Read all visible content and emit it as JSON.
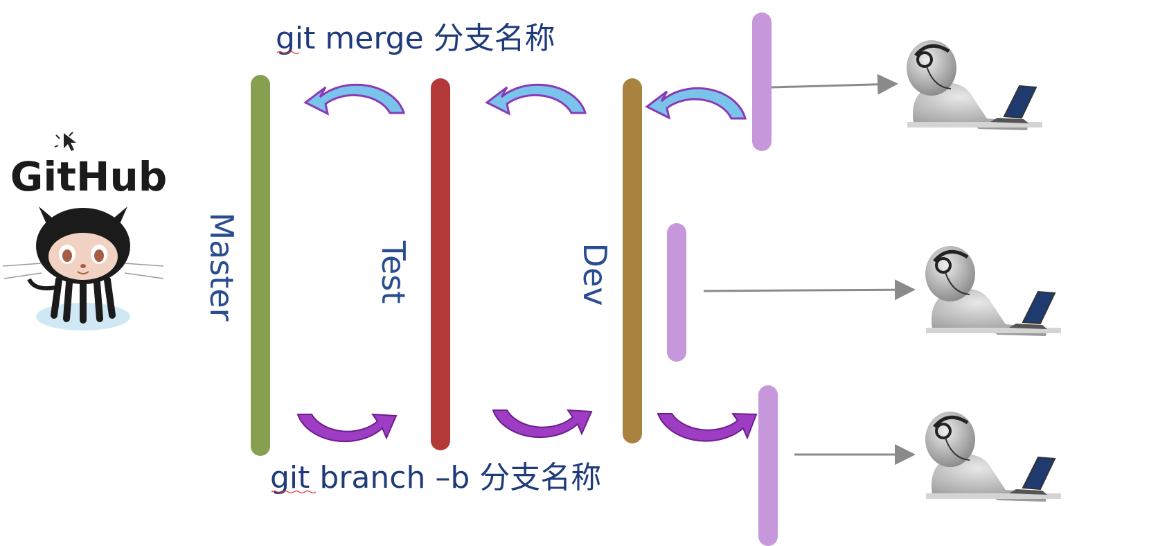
{
  "commands": {
    "merge": "git merge 分支名称",
    "branch": "git branch –b 分支名称"
  },
  "branches": [
    {
      "label": "Master",
      "color": "#86a050"
    },
    {
      "label": "Test",
      "color": "#b33838"
    },
    {
      "label": "Dev",
      "color": "#a98240"
    }
  ],
  "feature_branch_color": "#c697db",
  "merge_arrow_color": "#7ac4ec",
  "branch_arrow_color": "#9e3cc4",
  "logo": {
    "text": "GitHub",
    "icon": "octocat-icon"
  },
  "developers": [
    {
      "icon": "developer-laptop-icon"
    },
    {
      "icon": "developer-laptop-icon"
    },
    {
      "icon": "developer-laptop-icon"
    }
  ]
}
